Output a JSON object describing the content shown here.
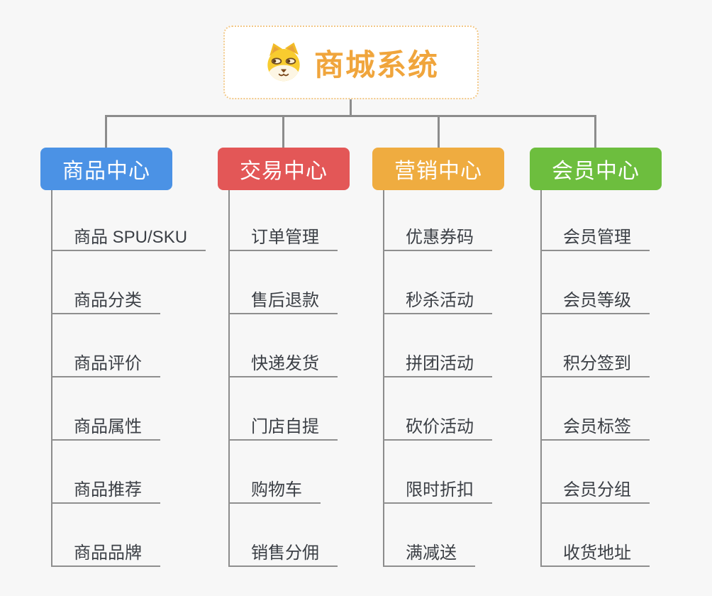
{
  "canvas": {
    "background_color": "#F7F7F7",
    "connector_color": "#8C8C8C",
    "underline_color": "#8F8F8F",
    "leaf_text_color": "#3B3F45"
  },
  "root": {
    "title": "商城系统",
    "title_color": "#F0A53C",
    "border_color": "#F2C887",
    "icon": "dog-face-icon"
  },
  "branches": [
    {
      "label": "商品中心",
      "color": "#4B92E5",
      "items": [
        "商品 SPU/SKU",
        "商品分类",
        "商品评价",
        "商品属性",
        "商品推荐",
        "商品品牌"
      ]
    },
    {
      "label": "交易中心",
      "color": "#E35757",
      "items": [
        "订单管理",
        "售后退款",
        "快递发货",
        "门店自提",
        "购物车",
        "销售分佣"
      ]
    },
    {
      "label": "营销中心",
      "color": "#EFAC40",
      "items": [
        "优惠券码",
        "秒杀活动",
        "拼团活动",
        "砍价活动",
        "限时折扣",
        "满减送"
      ]
    },
    {
      "label": "会员中心",
      "color": "#6DBE3E",
      "items": [
        "会员管理",
        "会员等级",
        "积分签到",
        "会员标签",
        "会员分组",
        "收货地址"
      ]
    }
  ]
}
